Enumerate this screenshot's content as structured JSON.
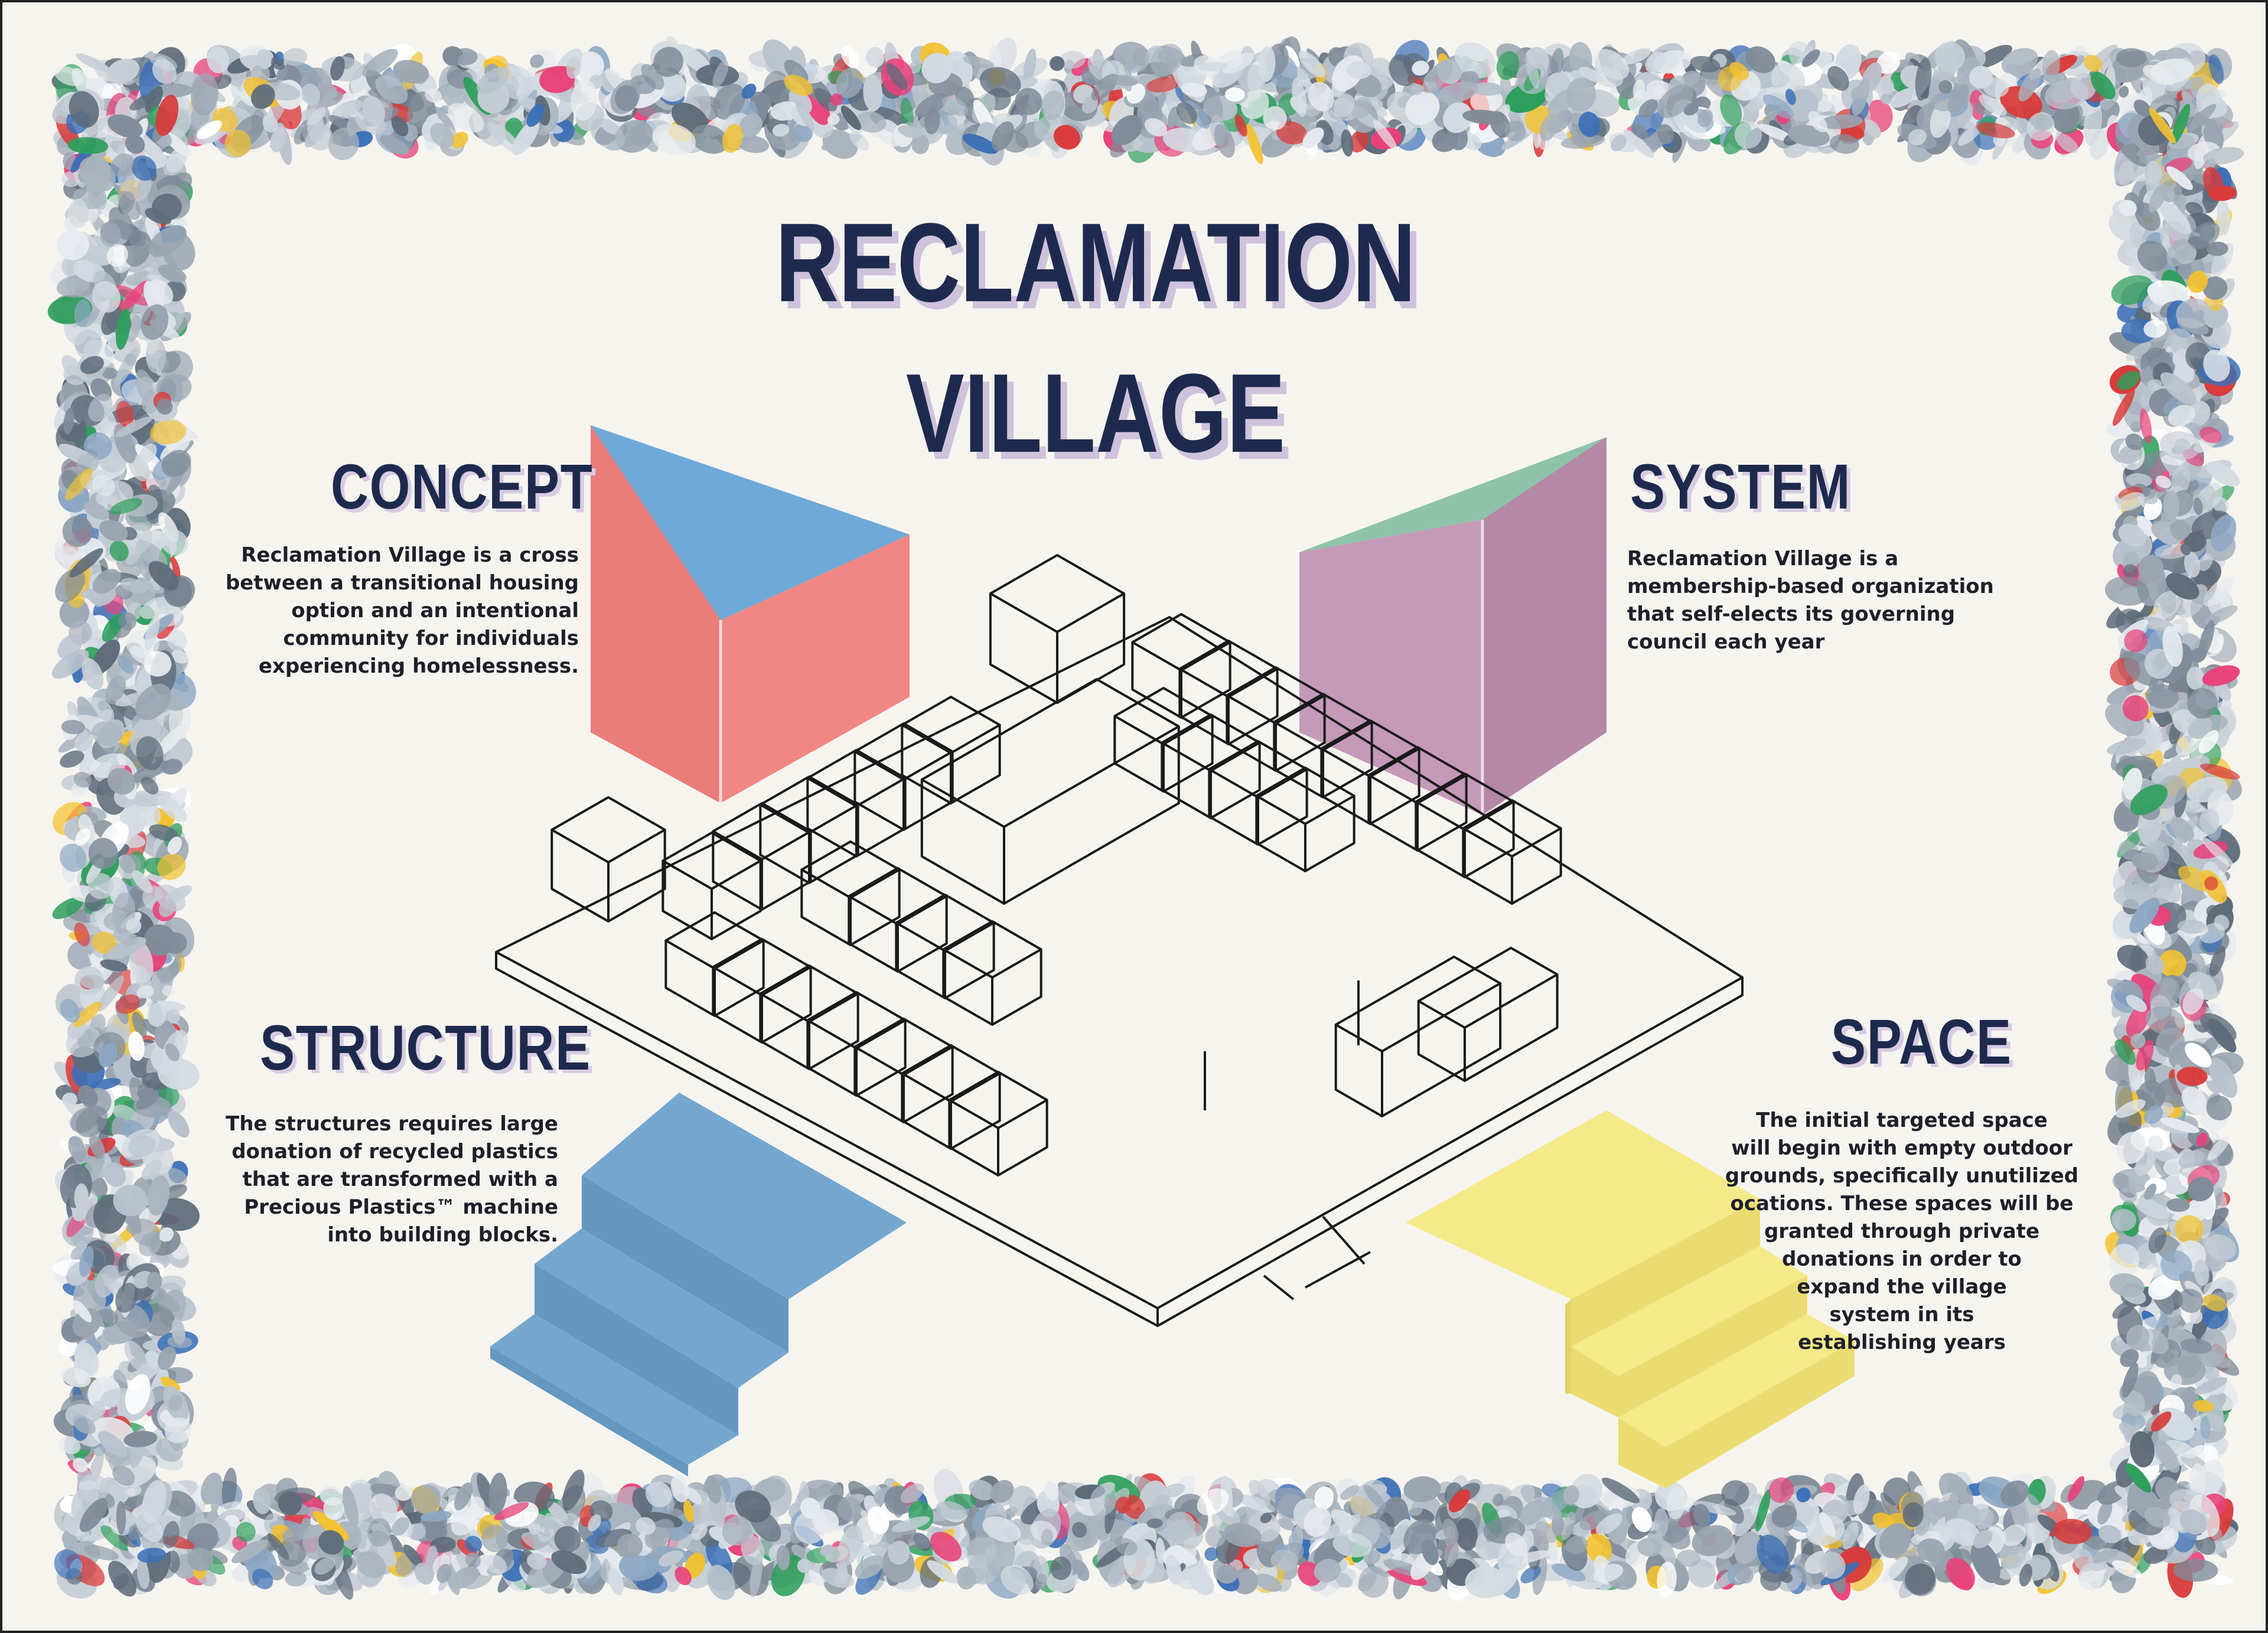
{
  "title": {
    "line1": "RECLAMATION",
    "line2": "VILLAGE"
  },
  "sections": {
    "concept": {
      "heading": "CONCEPT",
      "text": [
        "Reclamation Village is a cross",
        "between a transitional housing",
        "option and an intentional",
        "community for individuals",
        "experiencing homelessness."
      ]
    },
    "system": {
      "heading": "SYSTEM",
      "text": [
        "Reclamation Village is a",
        "membership-based organization",
        "that self-elects its governing",
        "council each year"
      ]
    },
    "structure": {
      "heading": "STRUCTURE",
      "text": [
        "The structures requires large",
        "donation of recycled plastics",
        "that are transformed with a",
        "Precious Plastics™ machine",
        "into building blocks."
      ]
    },
    "space": {
      "heading": "SPACE",
      "text": [
        "The initial targeted space",
        "will begin with empty outdoor",
        "grounds, specifically unutilized",
        "ocations. These spaces will be",
        "granted through private",
        "donations in order to",
        "expand the village",
        "system in its",
        "establishing years"
      ]
    }
  },
  "colors": {
    "background": "#f6f4ef",
    "heading": "#1e2a4d",
    "title_shadow": "#cfc2dc",
    "concept_box_front": "#ee8482",
    "concept_box_side": "#e07573",
    "concept_box_top": "#6fa9d8",
    "system_box_front": "#c49ab8",
    "system_box_side": "#b588a7",
    "system_box_top": "#8fc3a9",
    "structure_stairs": "#74a7cf",
    "space_stairs": "#f5ea8a",
    "plastic_border": "#9aa3ad"
  }
}
